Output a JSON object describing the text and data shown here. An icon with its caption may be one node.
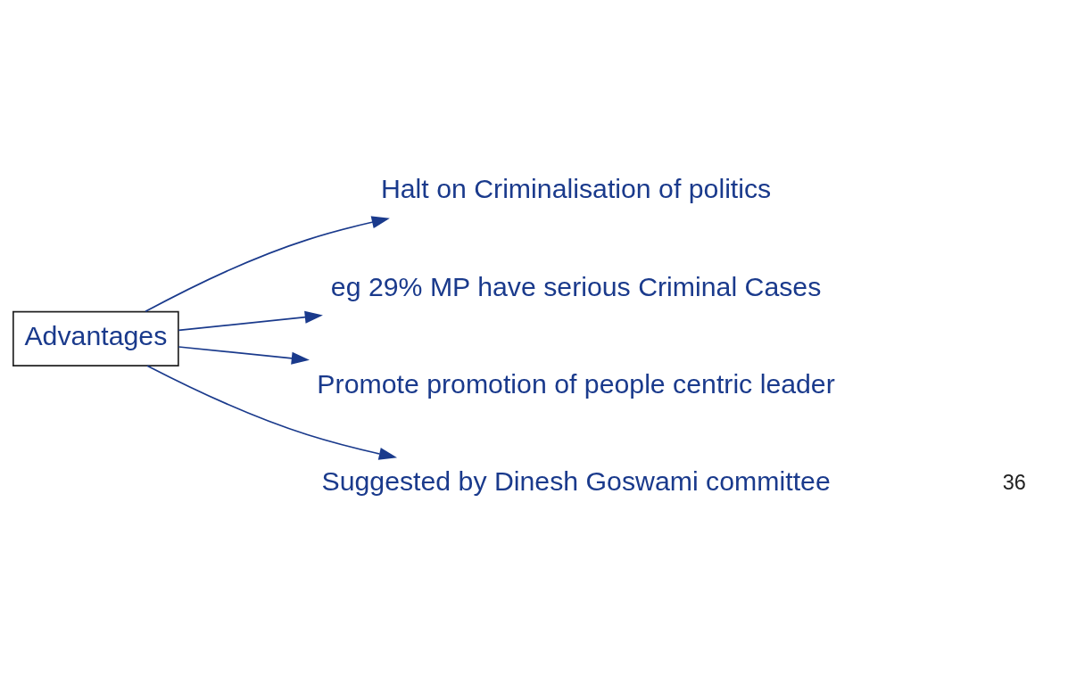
{
  "diagram": {
    "nodes": [
      {
        "text": [
          "Advantages"
        ]
      },
      {
        "text": [
          "Halt on Criminalisation of politics"
        ]
      },
      {
        "text": [
          "eg 29% MP have serious Criminal Cases"
        ]
      },
      {
        "text": [
          "Promote promotion of people centric leader"
        ]
      },
      {
        "text": [
          "Suggested by Dinesh Goswami committee"
        ]
      }
    ],
    "edges": [
      {
        "from": 0,
        "to": 1,
        "arrow": "to"
      },
      {
        "from": 0,
        "to": 2,
        "arrow": "to"
      },
      {
        "from": 0,
        "to": 3,
        "arrow": "to"
      },
      {
        "from": 0,
        "to": 4,
        "arrow": "to"
      }
    ],
    "labels": [
      "36"
    ]
  }
}
